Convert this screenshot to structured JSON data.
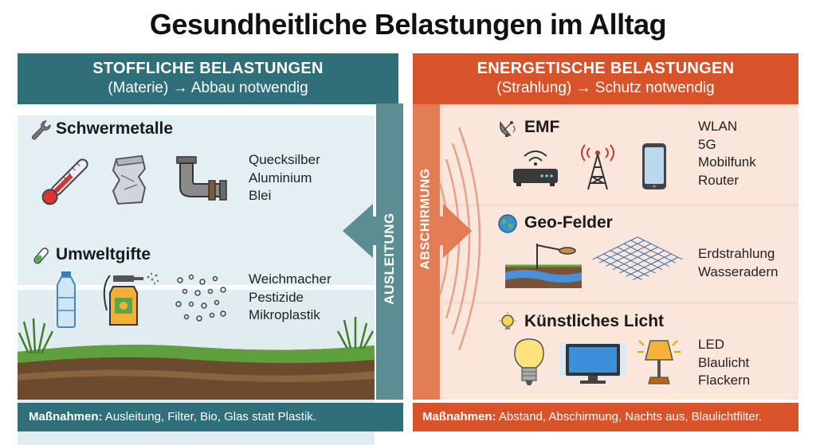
{
  "title": "Gesundheitliche Belastungen im Alltag",
  "left": {
    "header_line1": "STOFFLICHE BELASTUNGEN",
    "header_line2": "(Materie) → Abbau notwendig",
    "side_label": "AUSLEITUNG",
    "sections": [
      {
        "title": "Schwermetalle",
        "icon": "wrench-icon",
        "items": [
          "Quecksilber",
          "Aluminium",
          "Blei"
        ]
      },
      {
        "title": "Umweltgifte",
        "icon": "test-tube-icon",
        "items": [
          "Weichmacher",
          "Pestizide",
          "Mikroplastik"
        ]
      }
    ],
    "footer_label": "Maßnahmen:",
    "footer_text": " Ausleitung, Filter, Bio, Glas statt Plastik."
  },
  "right": {
    "header_line1": "ENERGETISCHE BELASTUNGEN",
    "header_line2": "(Strahlung) → Schutz notwendig",
    "side_label": "ABSCHIRMUNG",
    "sections": [
      {
        "title": "EMF",
        "icon": "satellite-dish-icon",
        "items": [
          "WLAN",
          "5G",
          "Mobilfunk",
          "Router"
        ]
      },
      {
        "title": "Geo-Felder",
        "icon": "globe-icon",
        "items": [
          "Erdstrahlung",
          "Wasseradern"
        ]
      },
      {
        "title": "Künstliches Licht",
        "icon": "lightbulb-icon",
        "items": [
          "LED",
          "Blaulicht",
          "Flackern"
        ]
      }
    ],
    "footer_label": "Maßnahmen:",
    "footer_text": " Abstand, Abschirmung, Nachts aus, Blaulichtfilter."
  },
  "colors": {
    "teal": "#2e6f7a",
    "teal_light": "#dcebef",
    "orange": "#d9532a",
    "orange_light": "#fbe6dc"
  }
}
